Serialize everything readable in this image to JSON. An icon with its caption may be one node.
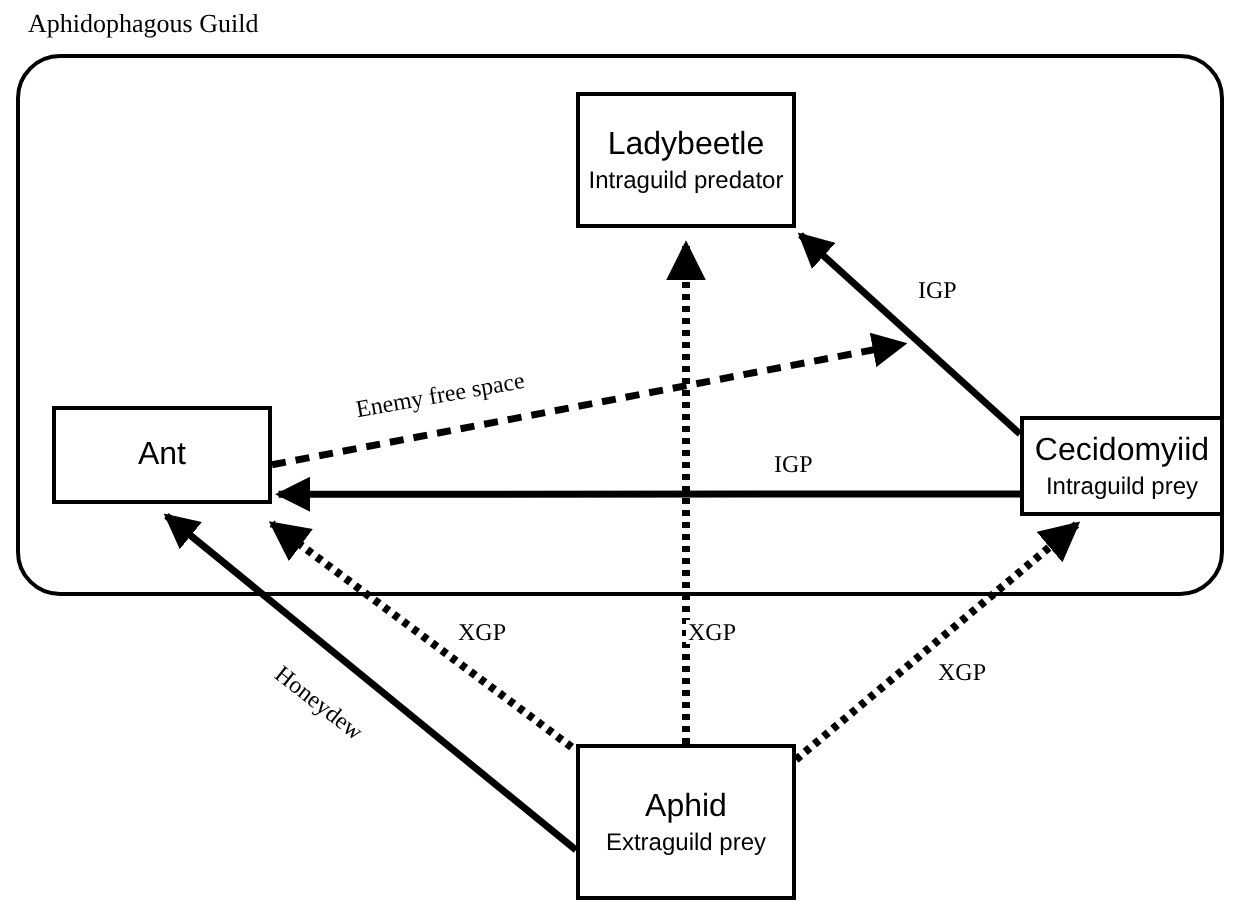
{
  "diagram": {
    "nodes": [
      {
        "text": [
          "Aphidophagous Guild"
        ]
      },
      {
        "text": [
          "Ladybeetle",
          "Intraguild predator"
        ],
        "in": 0
      },
      {
        "text": [
          "Ant"
        ],
        "in": 0
      },
      {
        "text": [
          "Cecidomyiid",
          "Intraguild prey"
        ],
        "in": 0
      },
      {
        "text": [
          "Aphid",
          "Extraguild prey"
        ]
      }
    ],
    "edges": [
      {
        "from": 3,
        "to": 1,
        "arrow": "to",
        "label": "IGP"
      },
      {
        "from": 2,
        "to": null,
        "arrow": "to",
        "label": "Enemy free space",
        "style": "dashed"
      },
      {
        "from": 3,
        "to": 2,
        "arrow": "to",
        "label": "IGP"
      },
      {
        "from": 4,
        "to": 2,
        "arrow": "to",
        "label": "Honeydew"
      },
      {
        "from": 4,
        "to": 2,
        "arrow": "to",
        "label": "XGP",
        "style": "dashed"
      },
      {
        "from": 4,
        "to": 1,
        "arrow": "to",
        "label": "XGP",
        "style": "dashed"
      },
      {
        "from": 4,
        "to": 3,
        "arrow": "to",
        "label": "XGP",
        "style": "dashed"
      }
    ]
  }
}
